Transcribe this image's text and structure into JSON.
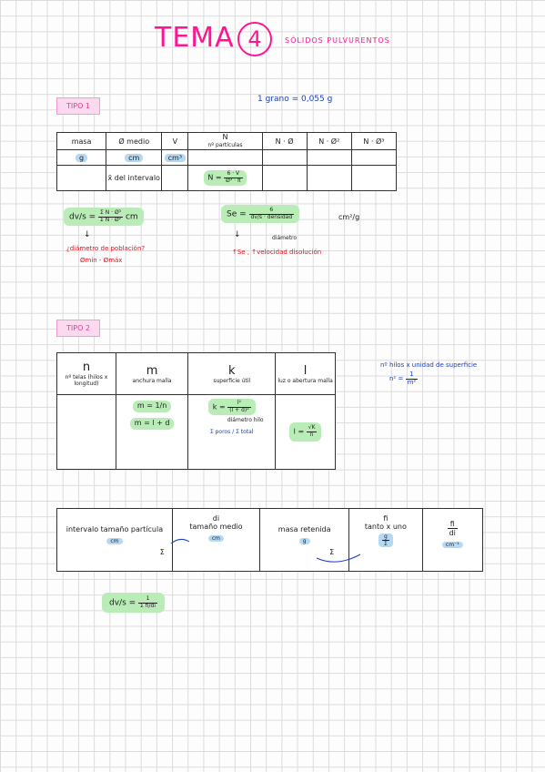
{
  "header": {
    "title": "TEMA",
    "number": "4",
    "subtitle": "SÓLIDOS PULVURENTOS"
  },
  "tipo1": {
    "label": "TIPO 1",
    "note": "1 grano = 0,055 g",
    "table": {
      "headers": [
        "masa",
        "Ø medio",
        "V",
        "N",
        "N · Ø",
        "N · Ø²",
        "N · Ø³"
      ],
      "header_sub_N": "nº partículas",
      "row1": [
        "g",
        "cm",
        "cm³"
      ],
      "row2_col2": "x̄ del intervalo",
      "row2_col4_lhs": "N =",
      "row2_col4_num": "6 · V",
      "row2_col4_den": "Ø³ · π"
    },
    "formula_dvs": {
      "lhs": "dv/s =",
      "num": "Σ N · Ø³",
      "den": "Σ N · Ø²",
      "unit": "cm"
    },
    "dvs_note_1": "¿diámetro de población?",
    "dvs_note_2": "Ømín - Ømáx",
    "formula_se": {
      "lhs": "Se =",
      "num": "6",
      "den": "dv/s · densidad",
      "unit": "cm²/g"
    },
    "se_note_diametro": "diámetro",
    "se_note_red": "↑Se , ↑velocidad disolución"
  },
  "tipo2": {
    "label": "TIPO 2",
    "table": {
      "symbols": [
        "n",
        "m",
        "k",
        "l"
      ],
      "labels": [
        "nº telas (hilos x longitud)",
        "anchura malla",
        "superficie útil",
        "luz o abertura malla"
      ],
      "formula_m1": "m = 1/n",
      "formula_m2": "m = l + d",
      "formula_k_lhs": "k =",
      "formula_k_num": "l²",
      "formula_k_den": "(l + d)²",
      "note_k_diam": "diámetro hilo",
      "note_k_poros": "Σ poros / Σ total",
      "formula_l_lhs": "l =",
      "formula_l_num": "√K",
      "formula_l_den": "n"
    },
    "side_note_1": "nº hilos x unidad de superficie",
    "side_note_2_lhs": "n² =",
    "side_note_2_num": "1",
    "side_note_2_den": "m²"
  },
  "tipo3": {
    "table": {
      "col1": "intervalo tamaño partícula",
      "col1_unit": "cm",
      "col2_symbol": "di",
      "col2": "tamaño medio",
      "col2_unit": "cm",
      "col3": "masa retenida",
      "col3_unit": "g",
      "col4_symbol": "fi",
      "col4": "tanto x uno",
      "col4_num": "g",
      "col4_den": "Σ",
      "col5_num": "fi",
      "col5_den": "di",
      "col5_unit": "cm⁻¹",
      "sigma_1": "Σ",
      "sigma_2": "Σ"
    },
    "formula_dvs": {
      "lhs": "dv/s =",
      "num": "1",
      "den": "Σ fi/di"
    }
  }
}
